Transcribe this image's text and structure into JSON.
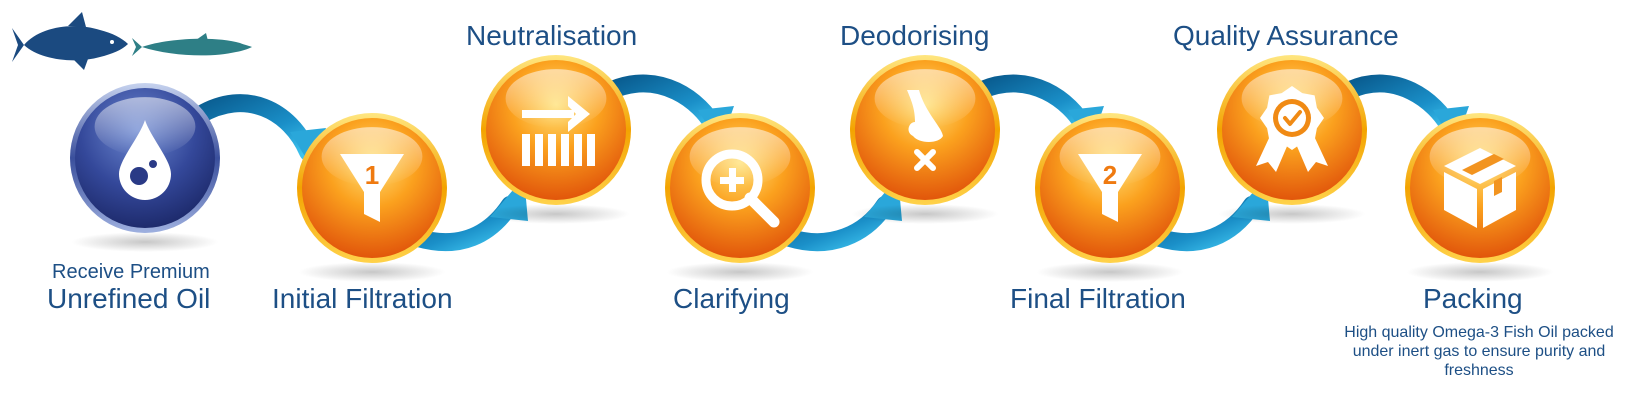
{
  "steps": [
    {
      "id": "receive",
      "line1": "Receive Premium",
      "line2": "Unrefined Oil",
      "style": "blue",
      "icon": "oil-drop-icon"
    },
    {
      "id": "initial-filtration",
      "label": "Initial Filtration",
      "style": "orange",
      "icon": "funnel-1-icon"
    },
    {
      "id": "neutralisation",
      "label": "Neutralisation",
      "style": "orange",
      "icon": "arrow-bars-icon"
    },
    {
      "id": "clarifying",
      "label": "Clarifying",
      "style": "orange",
      "icon": "magnifier-plus-icon"
    },
    {
      "id": "deodorising",
      "label": "Deodorising",
      "style": "orange",
      "icon": "nose-x-icon"
    },
    {
      "id": "final-filtration",
      "label": "Final Filtration",
      "style": "orange",
      "icon": "funnel-2-icon"
    },
    {
      "id": "quality-assurance",
      "label": "Quality Assurance",
      "style": "orange",
      "icon": "award-badge-icon"
    },
    {
      "id": "packing",
      "label": "Packing",
      "style": "orange",
      "icon": "box-icon",
      "note": "High quality Omega-3 Fish Oil packed under inert gas to ensure purity and freshness"
    }
  ],
  "icon_digits": {
    "funnel_1": "1",
    "funnel_2": "2"
  },
  "colors": {
    "text": "#1d4f85",
    "navy_fish": "#1b4a80",
    "teal_fish": "#2e7f86",
    "blue_ball_light": "#5a78c4",
    "blue_ball_dark": "#1e2e72",
    "orange_light": "#ffd65a",
    "orange_mid": "#fb9a1c",
    "orange_dark": "#e65a0c",
    "rim": "#f6b800",
    "arrow_light": "#2fb0e0",
    "arrow_dark": "#0a5e92"
  }
}
